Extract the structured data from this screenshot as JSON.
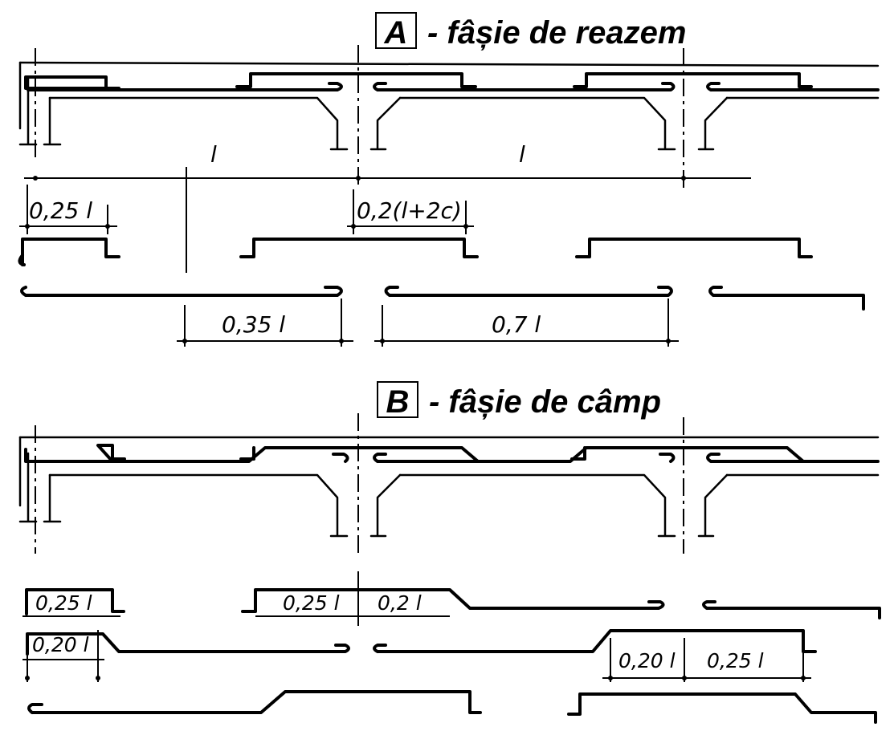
{
  "section_a": {
    "letter": "A",
    "title": "- fâșie de reazem"
  },
  "section_b": {
    "letter": "B",
    "title": "- fâșie de câmp"
  },
  "span_labels": [
    "l",
    "l"
  ],
  "dims_a": {
    "left_support": "0,25 l",
    "middle_support": "0,2(l+2c)",
    "bottom_left": "0,35 l",
    "bottom_middle": "0,7 l"
  },
  "dims_b": {
    "row1_left": "0,25 l",
    "row1_mid_left": "0,25 l",
    "row1_mid_right": "0,2 l",
    "row2_left": "0,20 l",
    "row2_right_a": "0,20 l",
    "row2_right_b": "0,25 l"
  }
}
